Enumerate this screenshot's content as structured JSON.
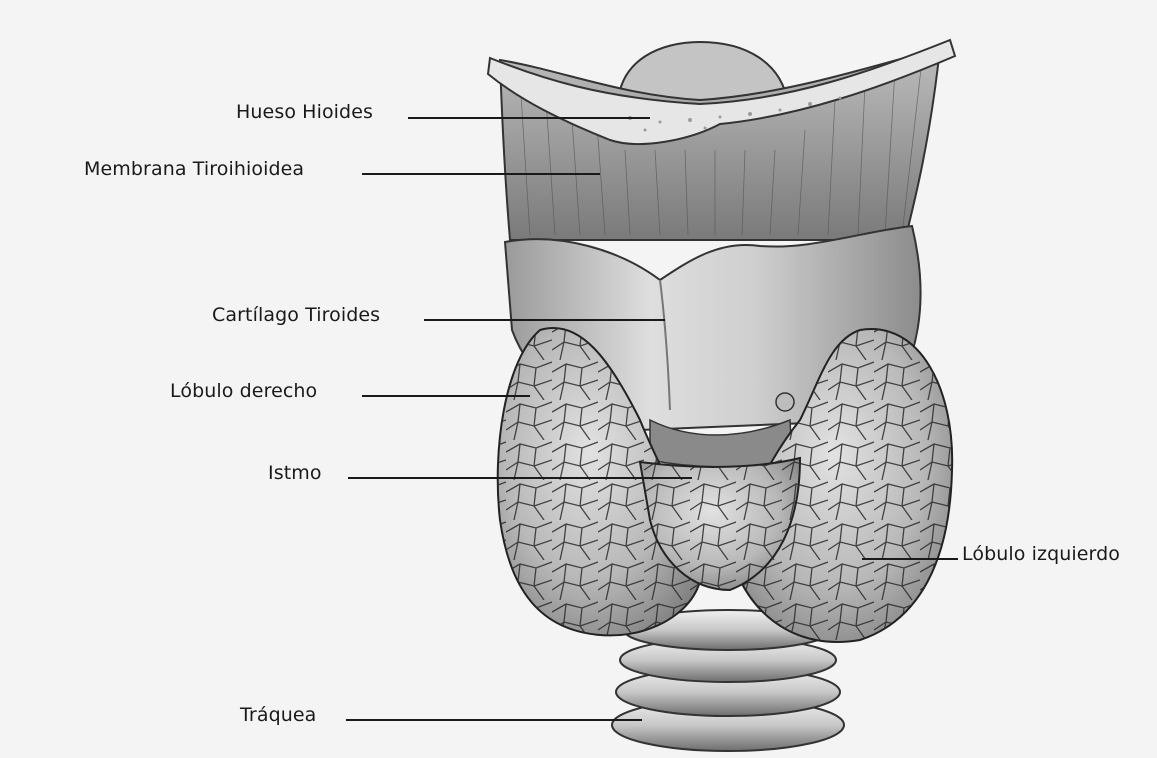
{
  "labels": {
    "hioides": "Hueso Hioides",
    "membrana": "Membrana Tiroihioidea",
    "cartilago": "Cartílago Tiroides",
    "lobulo_derecho": "Lóbulo derecho",
    "istmo": "Istmo",
    "lobulo_izquierdo": "Lóbulo izquierdo",
    "traquea": "Tráquea"
  }
}
